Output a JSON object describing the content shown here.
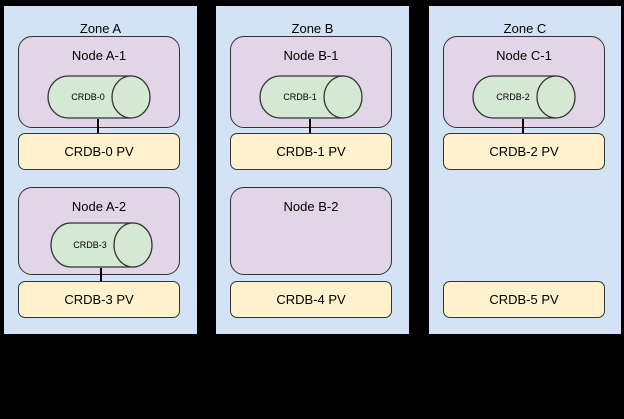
{
  "diagram_title": "",
  "zones": [
    {
      "title": "Zone A",
      "nodes": [
        {
          "title": "Node A-1",
          "cylinder": "CRDB-0",
          "connected_pv": "CRDB-0 PV"
        },
        {
          "title": "Node A-2",
          "cylinder": "CRDB-3",
          "connected_pv": "CRDB-3 PV"
        }
      ],
      "pvs": [
        "CRDB-0 PV",
        "CRDB-3 PV"
      ]
    },
    {
      "title": "Zone B",
      "nodes": [
        {
          "title": "Node B-1",
          "cylinder": "CRDB-1",
          "connected_pv": "CRDB-1 PV"
        },
        {
          "title": "Node B-2",
          "cylinder": null,
          "connected_pv": null
        }
      ],
      "pvs": [
        "CRDB-1 PV",
        "CRDB-4 PV"
      ]
    },
    {
      "title": "Zone C",
      "nodes": [
        {
          "title": "Node C-1",
          "cylinder": "CRDB-2",
          "connected_pv": "CRDB-2 PV"
        }
      ],
      "pvs": [
        "CRDB-2 PV",
        "CRDB-5 PV"
      ]
    }
  ],
  "colors": {
    "background": "#000000",
    "zone_fill": "#d3e3f5",
    "zone_border": "#000000",
    "node_fill": "#e1d5e7",
    "cylinder_fill": "#d5e8d4",
    "pv_fill": "#fff2cc",
    "shape_border": "#333333",
    "text": "#000000"
  }
}
